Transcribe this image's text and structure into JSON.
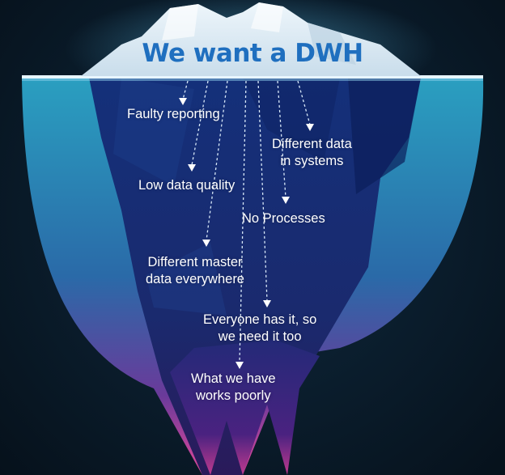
{
  "diagram": {
    "type": "iceberg",
    "title": "We want a DWH",
    "colors": {
      "title": "#1f6fbf",
      "iceberg_tip": "#dbe9f4",
      "underwater_core": "#12286a",
      "underwater_edge_top": "#27b3c9",
      "underwater_edge_bottom": "#e0489a",
      "background": "#0a1c2b",
      "label_text": "#ffffff"
    },
    "labels": [
      {
        "id": "faulty-reporting",
        "text": "Faulty reporting"
      },
      {
        "id": "different-data",
        "line1": "Different data",
        "line2": "in systems"
      },
      {
        "id": "low-data-quality",
        "text": "Low data quality"
      },
      {
        "id": "no-processes",
        "text": "No Processes"
      },
      {
        "id": "different-master-data",
        "line1": "Different master",
        "line2": "data everywhere"
      },
      {
        "id": "everyone-has-it",
        "line1": "Everyone has it, so",
        "line2": "we need it too"
      },
      {
        "id": "works-poorly",
        "line1": "What we have",
        "line2": "works poorly"
      }
    ]
  }
}
